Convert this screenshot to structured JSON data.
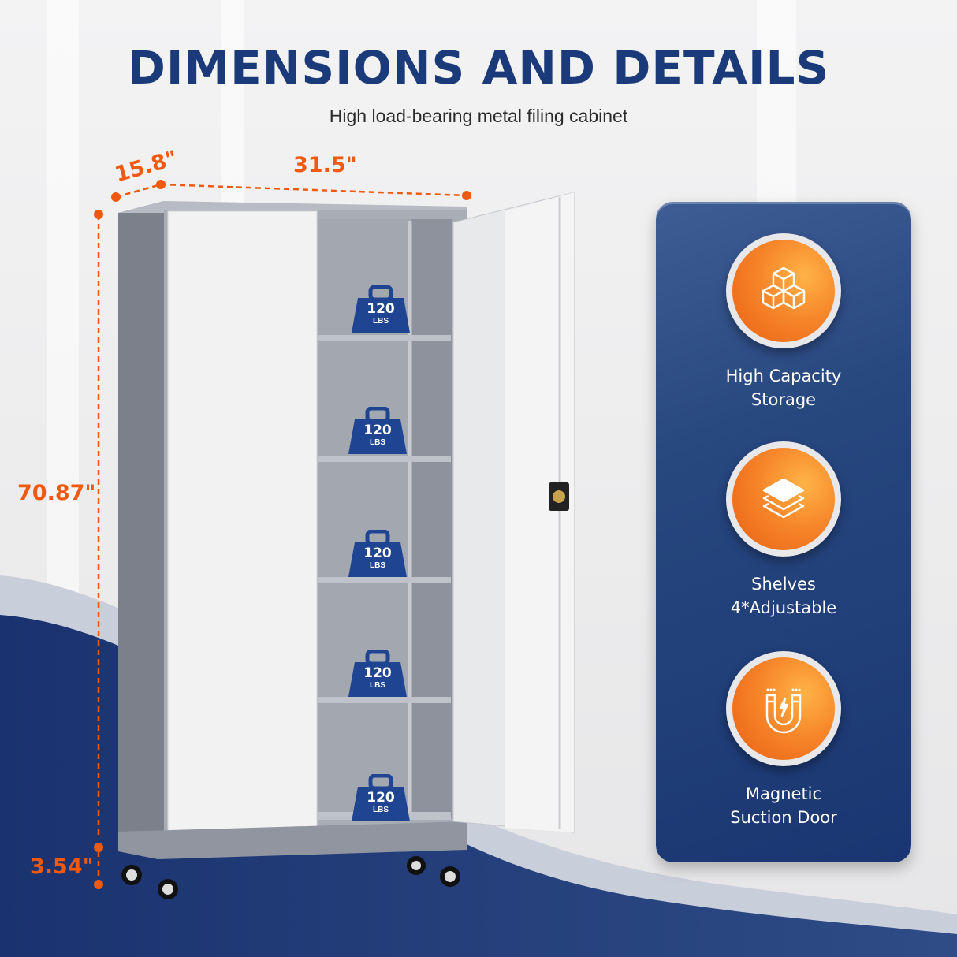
{
  "header": {
    "title": "DIMENSIONS AND DETAILS",
    "subtitle": "High load-bearing metal filing cabinet"
  },
  "dimensions": {
    "depth": "15.8\"",
    "width": "31.5\"",
    "height": "70.87\"",
    "caster_height": "3.54\""
  },
  "shelf_loads": [
    {
      "value": "120",
      "unit": "LBS"
    },
    {
      "value": "120",
      "unit": "LBS"
    },
    {
      "value": "120",
      "unit": "LBS"
    },
    {
      "value": "120",
      "unit": "LBS"
    },
    {
      "value": "120",
      "unit": "LBS"
    }
  ],
  "features": [
    {
      "icon": "cubes-icon",
      "line1": "High Capacity",
      "line2": "Storage"
    },
    {
      "icon": "layers-icon",
      "line1": "Shelves",
      "line2": "4*Adjustable"
    },
    {
      "icon": "magnet-icon",
      "line1": "Magnetic",
      "line2": "Suction Door"
    }
  ],
  "colors": {
    "brand_navy": "#1b3a7a",
    "accent_orange": "#f05a10",
    "cabinet_gray": "#9fa3ad",
    "door_white": "#f4f4f5"
  }
}
